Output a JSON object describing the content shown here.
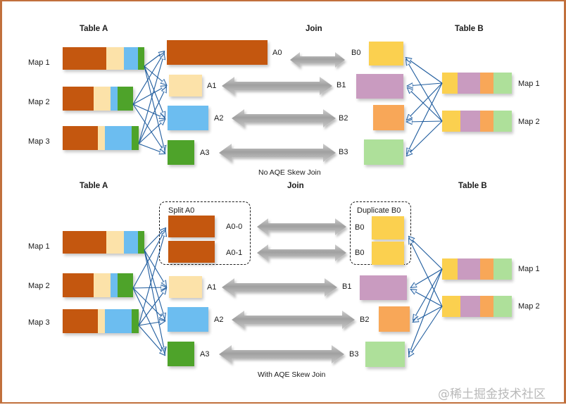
{
  "meta": {
    "watermark": "@稀土掘金技术社区",
    "frame_color": "#c1703c"
  },
  "palette": {
    "dark_orange": "#c4570f",
    "cream": "#fce2a9",
    "light_blue": "#6cbdf0",
    "green": "#4ea32a",
    "yellow": "#fbd04f",
    "purple": "#c99bc0",
    "orange": "#f8a758",
    "light_green": "#aee09a",
    "arrow_gray": "#a8a8a8",
    "link_blue": "#1f5c9e"
  },
  "top": {
    "caption": "No AQE Skew Join",
    "headers": {
      "table_a": "Table A",
      "join": "Join",
      "table_b": "Table B"
    },
    "map_labels_left": [
      "Map 1",
      "Map 2",
      "Map 3"
    ],
    "map_labels_right": [
      "Map 1",
      "Map 2"
    ],
    "partitions_a": [
      "A0",
      "A1",
      "A2",
      "A3"
    ],
    "partitions_b": [
      "B0",
      "B1",
      "B2",
      "B3"
    ],
    "map_bars_a": [
      {
        "name": "Map 1",
        "segments": [
          {
            "color": "#c4570f",
            "w": 62
          },
          {
            "color": "#fce2a9",
            "w": 25
          },
          {
            "color": "#6cbdf0",
            "w": 20
          },
          {
            "color": "#4ea32a",
            "w": 9
          }
        ]
      },
      {
        "name": "Map 2",
        "segments": [
          {
            "color": "#c4570f",
            "w": 44
          },
          {
            "color": "#fce2a9",
            "w": 24
          },
          {
            "color": "#6cbdf0",
            "w": 10
          },
          {
            "color": "#4ea32a",
            "w": 22
          }
        ]
      },
      {
        "name": "Map 3",
        "segments": [
          {
            "color": "#c4570f",
            "w": 50
          },
          {
            "color": "#fce2a9",
            "w": 10
          },
          {
            "color": "#6cbdf0",
            "w": 38
          },
          {
            "color": "#4ea32a",
            "w": 10
          }
        ]
      }
    ],
    "map_bars_b": [
      {
        "name": "Map 1",
        "segments": [
          {
            "color": "#fbd04f",
            "w": 22
          },
          {
            "color": "#c99bc0",
            "w": 32
          },
          {
            "color": "#f8a758",
            "w": 19
          },
          {
            "color": "#aee09a",
            "w": 26
          }
        ]
      },
      {
        "name": "Map 2",
        "segments": [
          {
            "color": "#fbd04f",
            "w": 26
          },
          {
            "color": "#c99bc0",
            "w": 28
          },
          {
            "color": "#f8a758",
            "w": 19
          },
          {
            "color": "#aee09a",
            "w": 26
          }
        ]
      }
    ],
    "blocks_a": [
      {
        "label": "A0",
        "color": "#c4570f",
        "w": 143,
        "h": 35
      },
      {
        "label": "A1",
        "color": "#fce2a9",
        "w": 47,
        "h": 31
      },
      {
        "label": "A2",
        "color": "#6cbdf0",
        "w": 58,
        "h": 35
      },
      {
        "label": "A3",
        "color": "#4ea32a",
        "w": 38,
        "h": 35
      }
    ],
    "blocks_b": [
      {
        "label": "B0",
        "color": "#fbd04f",
        "w": 49,
        "h": 34
      },
      {
        "label": "B1",
        "color": "#c99bc0",
        "w": 67,
        "h": 35
      },
      {
        "label": "B2",
        "color": "#f8a758",
        "w": 44,
        "h": 36
      },
      {
        "label": "B3",
        "color": "#aee09a",
        "w": 56,
        "h": 36
      }
    ],
    "join_arrows": [
      "short",
      "long",
      "long",
      "long"
    ]
  },
  "bottom": {
    "caption": "With AQE Skew Join",
    "headers": {
      "table_a": "Table A",
      "join": "Join",
      "table_b": "Table B"
    },
    "split_box_title": "Split A0",
    "duplicate_box_title": "Duplicate B0",
    "map_labels_left": [
      "Map 1",
      "Map 2",
      "Map 3"
    ],
    "map_labels_right": [
      "Map 1",
      "Map 2"
    ],
    "split_parts": [
      "A0-0",
      "A0-1"
    ],
    "duplicate_parts": [
      "B0",
      "B0"
    ],
    "partitions_a": [
      "A1",
      "A2",
      "A3"
    ],
    "partitions_b": [
      "B1",
      "B2",
      "B3"
    ],
    "map_bars_a": [
      {
        "name": "Map 1",
        "segments": [
          {
            "color": "#c4570f",
            "w": 62
          },
          {
            "color": "#fce2a9",
            "w": 25
          },
          {
            "color": "#6cbdf0",
            "w": 20
          },
          {
            "color": "#4ea32a",
            "w": 9
          }
        ]
      },
      {
        "name": "Map 2",
        "segments": [
          {
            "color": "#c4570f",
            "w": 44
          },
          {
            "color": "#fce2a9",
            "w": 24
          },
          {
            "color": "#6cbdf0",
            "w": 10
          },
          {
            "color": "#4ea32a",
            "w": 22
          }
        ]
      },
      {
        "name": "Map 3",
        "segments": [
          {
            "color": "#c4570f",
            "w": 50
          },
          {
            "color": "#fce2a9",
            "w": 10
          },
          {
            "color": "#6cbdf0",
            "w": 38
          },
          {
            "color": "#4ea32a",
            "w": 10
          }
        ]
      }
    ],
    "map_bars_b": [
      {
        "name": "Map 1",
        "segments": [
          {
            "color": "#fbd04f",
            "w": 22
          },
          {
            "color": "#c99bc0",
            "w": 32
          },
          {
            "color": "#f8a758",
            "w": 19
          },
          {
            "color": "#aee09a",
            "w": 26
          }
        ]
      },
      {
        "name": "Map 2",
        "segments": [
          {
            "color": "#fbd04f",
            "w": 26
          },
          {
            "color": "#c99bc0",
            "w": 28
          },
          {
            "color": "#f8a758",
            "w": 19
          },
          {
            "color": "#aee09a",
            "w": 26
          }
        ]
      }
    ],
    "blocks_split": [
      {
        "label": "A0-0",
        "color": "#c4570f",
        "w": 66,
        "h": 31
      },
      {
        "label": "A0-1",
        "color": "#c4570f",
        "w": 66,
        "h": 31
      }
    ],
    "blocks_dup": [
      {
        "label": "B0",
        "color": "#fbd04f",
        "w": 46,
        "h": 33
      },
      {
        "label": "B0",
        "color": "#fbd04f",
        "w": 46,
        "h": 33
      }
    ],
    "blocks_a": [
      {
        "label": "A1",
        "color": "#fce2a9",
        "w": 47,
        "h": 31
      },
      {
        "label": "A2",
        "color": "#6cbdf0",
        "w": 58,
        "h": 35
      },
      {
        "label": "A3",
        "color": "#4ea32a",
        "w": 38,
        "h": 35
      }
    ],
    "blocks_b": [
      {
        "label": "B1",
        "color": "#c99bc0",
        "w": 67,
        "h": 35
      },
      {
        "label": "B2",
        "color": "#f8a758",
        "w": 44,
        "h": 36
      },
      {
        "label": "B3",
        "color": "#aee09a",
        "w": 56,
        "h": 36
      }
    ],
    "join_arrows": [
      "short",
      "short",
      "long",
      "long",
      "long"
    ]
  }
}
